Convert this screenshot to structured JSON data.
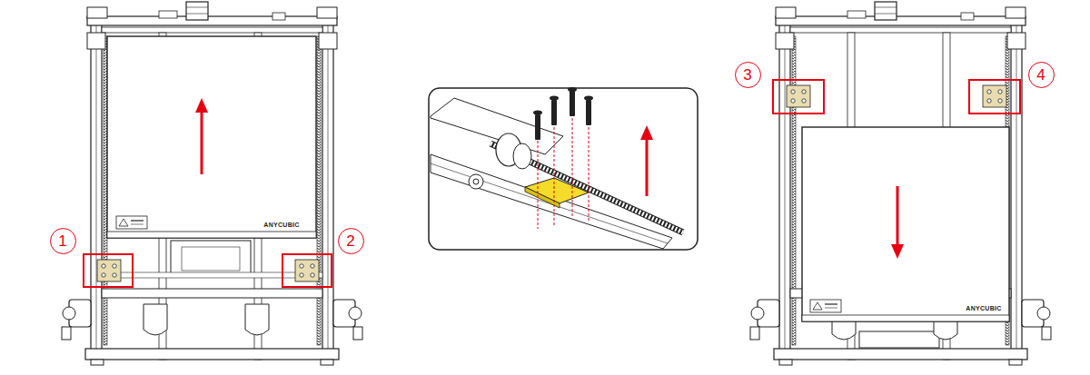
{
  "diagram": {
    "labels": [
      "1",
      "2",
      "3",
      "4",
      "ANYCUBIC",
      "ANYCUBIC"
    ]
  }
}
